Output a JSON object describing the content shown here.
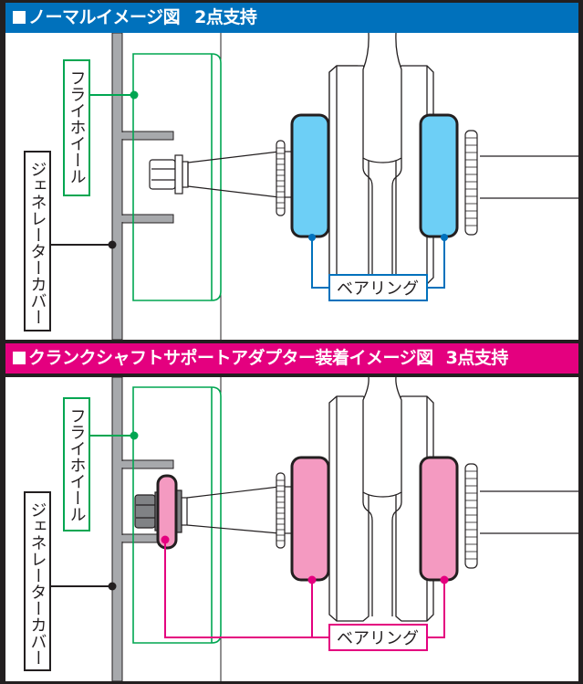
{
  "colors": {
    "normal_accent": "#0071bc",
    "adapter_accent": "#e4007f",
    "flywheel_green": "#00a651",
    "normal_bearing_fill": "#6dcff6",
    "adapter_bearing_fill": "#f49ac1",
    "cover_gray": "#a7a9ac"
  },
  "panels": [
    {
      "id": "normal",
      "header_prefix_icon": "white-square-icon",
      "title": "ノーマルイメージ図",
      "support_label": "2点支持",
      "labels": {
        "flywheel": "フライホイール",
        "generator_cover": "ジェネレーターカバー",
        "bearing": "ベアリング"
      },
      "bearing_count": 2
    },
    {
      "id": "adapter",
      "header_prefix_icon": "white-square-icon",
      "title": "クランクシャフトサポートアダプター装着イメージ図",
      "support_label": "3点支持",
      "labels": {
        "flywheel": "フライホイール",
        "generator_cover": "ジェネレーターカバー",
        "bearing": "ベアリング"
      },
      "bearing_count": 3
    }
  ]
}
